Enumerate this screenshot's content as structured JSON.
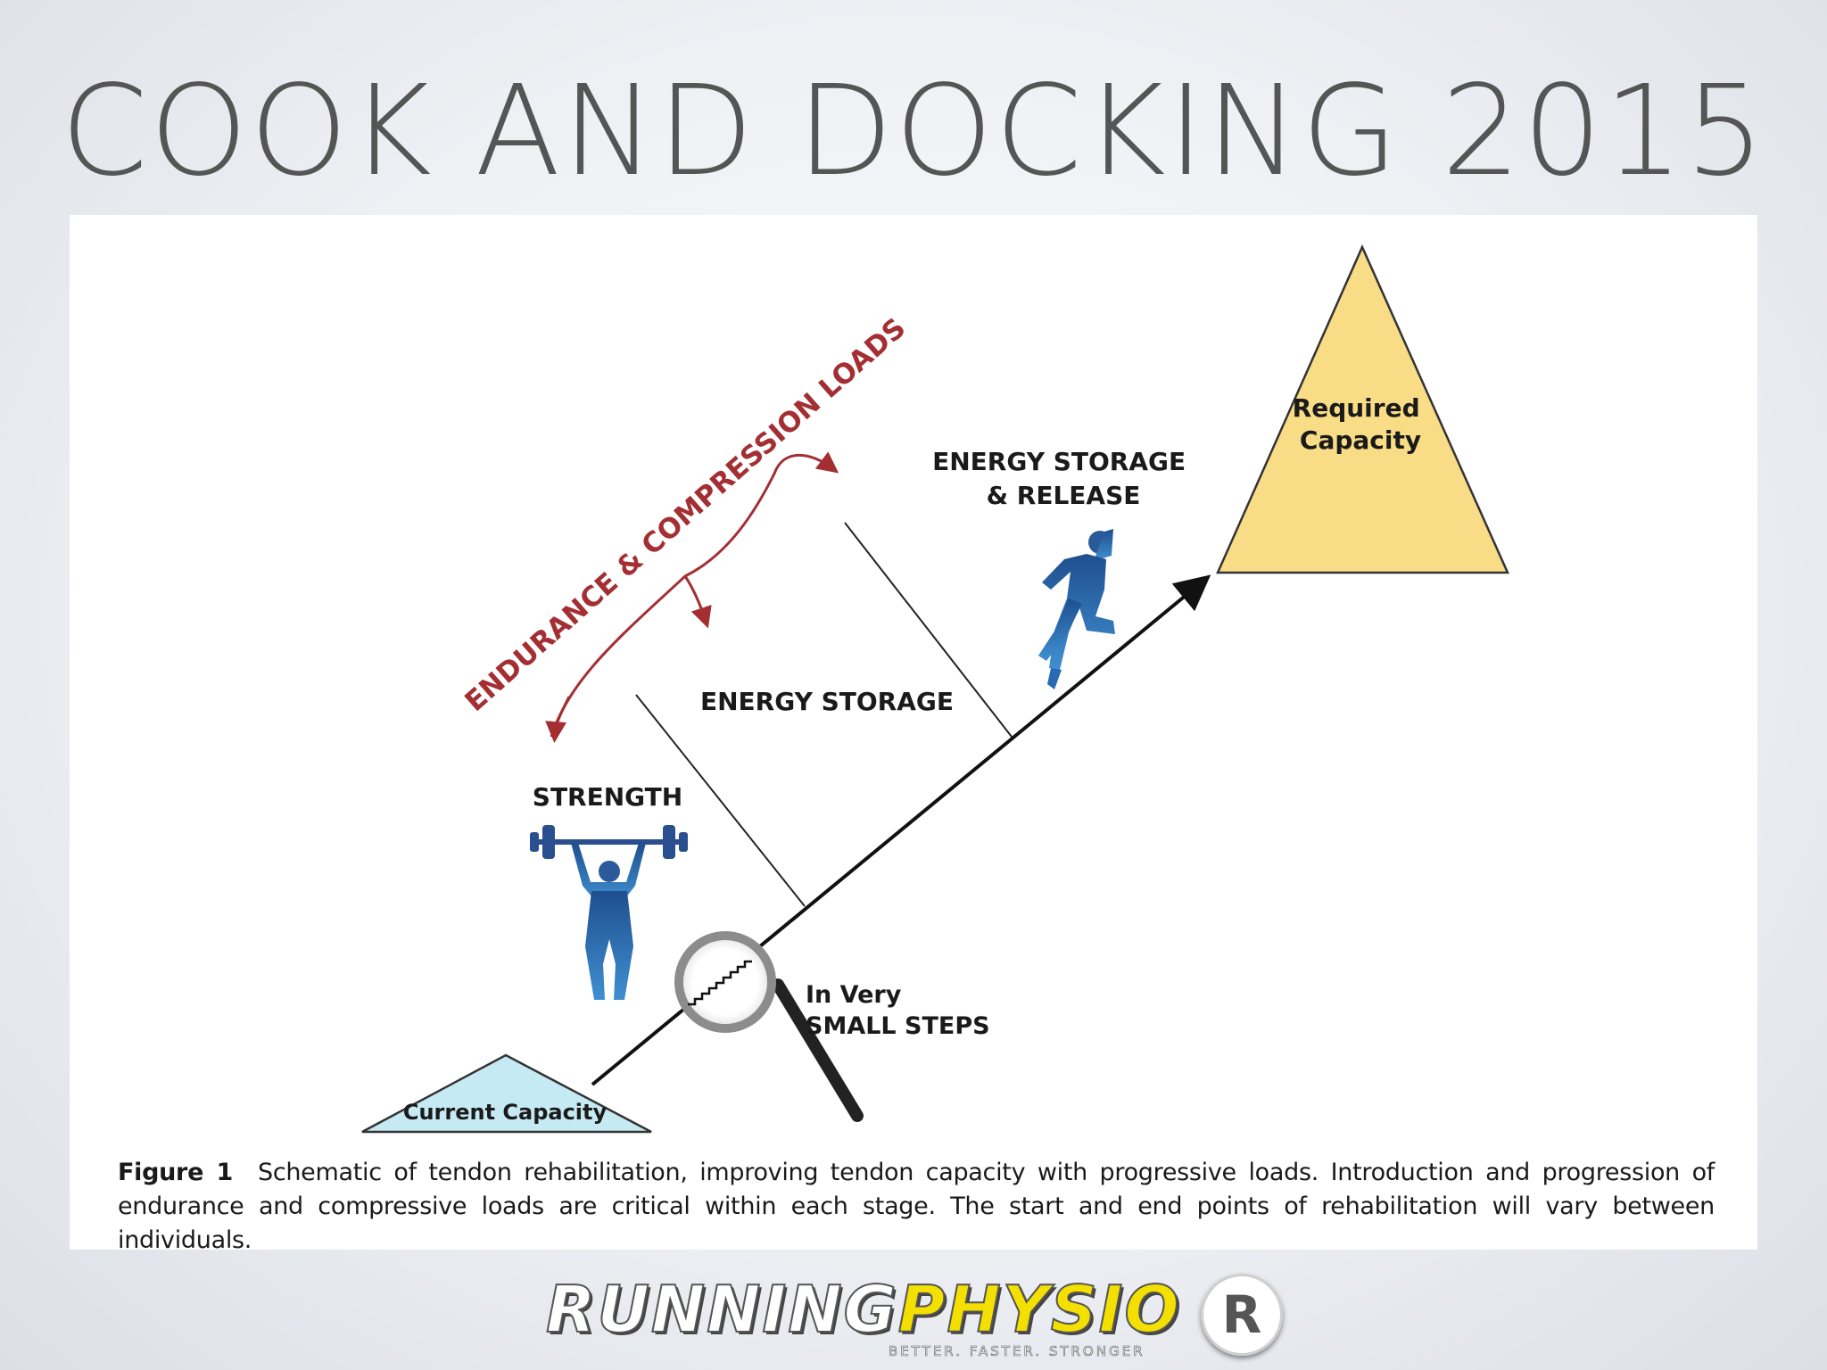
{
  "slide": {
    "title": "COOK AND DOCKING 2015"
  },
  "diagram": {
    "required_capacity": [
      "Required",
      "Capacity"
    ],
    "current_capacity": "Current Capacity",
    "strength": "STRENGTH",
    "energy_storage": "ENERGY STORAGE",
    "energy_storage_release": [
      "ENERGY STORAGE",
      "& RELEASE"
    ],
    "endurance_compression": "ENDURANCE & COMPRESSION LOADS",
    "small_steps": [
      "In Very",
      "SMALL STEPS"
    ],
    "colors": {
      "required_fill": "#f9dc86",
      "current_fill": "#c6eaf3",
      "curve_red": "#a32f33",
      "figure_blue": "#2a63a8"
    },
    "icons": [
      "weightlifter-icon",
      "sprinter-icon",
      "magnifying-glass-icon"
    ]
  },
  "caption": {
    "label": "Figure 1",
    "text": "Schematic of tendon rehabilitation, improving tendon capacity with progressive loads. Introduction and progression of endurance and compressive loads are critical within each stage. The start and end points of rehabilitation will vary between individuals."
  },
  "footer": {
    "brand_part1": "RUNNING",
    "brand_part2": "PHYSIO",
    "tagline": "BETTER. FASTER. STRONGER",
    "badge_glyph": "R"
  }
}
